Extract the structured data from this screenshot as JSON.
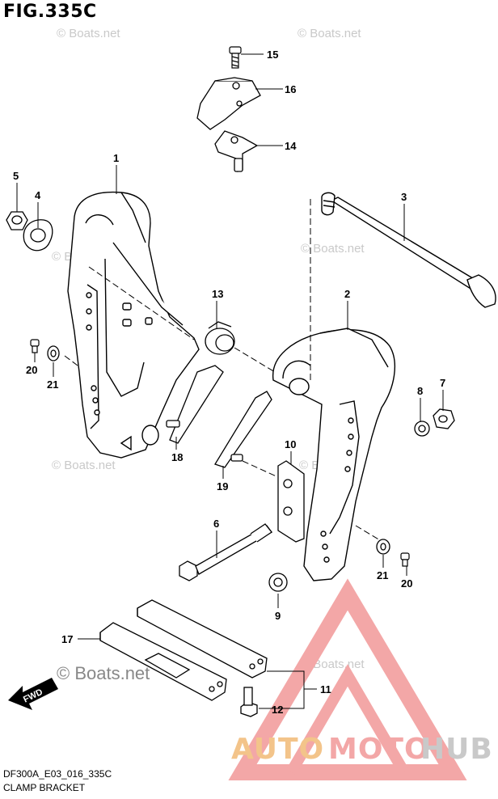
{
  "figure": {
    "title": "FIG.335C",
    "code": "DF300A_E03_016_335C",
    "name": "CLAMP BRACKET"
  },
  "watermark": {
    "text": "© Boats.net",
    "big_text": "Boats.net"
  },
  "fwd_label": "FWD",
  "brand": {
    "part_a": "AUTO",
    "part_b": "MOTO",
    "part_c": "HUB"
  },
  "callouts": [
    "1",
    "2",
    "3",
    "4",
    "5",
    "6",
    "7",
    "8",
    "9",
    "10",
    "11",
    "12",
    "13",
    "14",
    "15",
    "16",
    "17",
    "18",
    "19",
    "20",
    "20",
    "21",
    "21"
  ]
}
